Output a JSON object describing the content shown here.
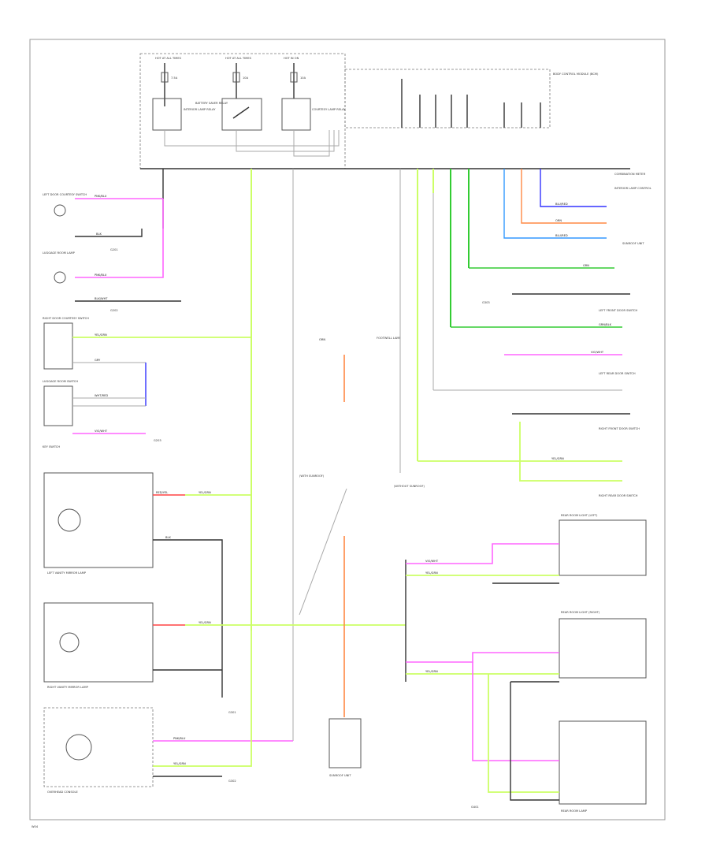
{
  "footer": {
    "code": "W04"
  },
  "colors": {
    "pink": "#ff66ff",
    "yellow_green": "#ccff66",
    "green": "#33cc33",
    "blue": "#3333ff",
    "orange": "#ff8844",
    "black": "#333333",
    "gray": "#aaaaaa",
    "frame": "#9a9a9a"
  },
  "labels": {
    "fuse_top_1": "HOT AT ALL TIMES",
    "fuse_top_2": "HOT AT ALL TIMES",
    "fuse_top_3": "HOT IN ON",
    "fuse_amp_1": "7.5A",
    "fuse_amp_2": "10A",
    "fuse_amp_3": "10A",
    "bcm": "BODY CONTROL MODULE (BCM)",
    "interior_lamp_relay": "INTERIOR LAMP RELAY",
    "battery_saver_relay": "BATTERY SAVER RELAY",
    "courtesy_lamp": "COURTESY LAMP RELAY",
    "lf_door_switch": "LEFT DOOR COURTESY SWITCH",
    "luggage_lamp": "LUGGAGE ROOM LAMP",
    "rf_door_switch": "RIGHT DOOR COURTESY SWITCH",
    "luggage_switch": "LUGGAGE ROOM SWITCH",
    "vanity_lamp_lh": "LEFT VANITY MIRROR LAMP",
    "vanity_lamp_rh": "RIGHT VANITY MIRROR LAMP",
    "overhead_console": "OVERHEAD CONSOLE",
    "footwell_lamp": "FOOTWELL LAMP",
    "sunroof_unit": "SUNROOF UNIT",
    "lf_door_sw": "LEFT FRONT DOOR SWITCH",
    "lr_door_sw": "LEFT REAR DOOR SWITCH",
    "rf_door_sw": "RIGHT FRONT DOOR SWITCH",
    "rr_door_sw": "RIGHT REAR DOOR SWITCH",
    "map_lamp_lh": "REAR ROOM LIGHT (LEFT)",
    "map_lamp_rh": "REAR ROOM LIGHT (RIGHT)",
    "rear_room_lamp": "REAR ROOM LAMP",
    "key_switch": "KEY SWITCH",
    "ground_1": "G201",
    "ground_2": "G202",
    "ground_3": "G203",
    "ground_4": "G301",
    "ground_5": "G302",
    "ground_6": "G303",
    "ground_7": "G401",
    "note_1": "(WITH SUNROOF)",
    "note_2": "(WITHOUT SUNROOF)",
    "ccm": "COMBINATION METER",
    "intl_lamp_ctrl": "INTERIOR LAMP CONTROL"
  },
  "wires": {
    "pink": "PNK/BLU",
    "yellow_green": "YEL/GRN",
    "green": "GRN/BLK",
    "green2": "GRN",
    "blue": "BLU/RED",
    "orange": "ORN",
    "black": "BLK",
    "black2": "BLK/WHT",
    "gray": "GRY",
    "violet": "VIO/WHT",
    "red": "RED/YEL",
    "wht": "WHT/RED"
  }
}
